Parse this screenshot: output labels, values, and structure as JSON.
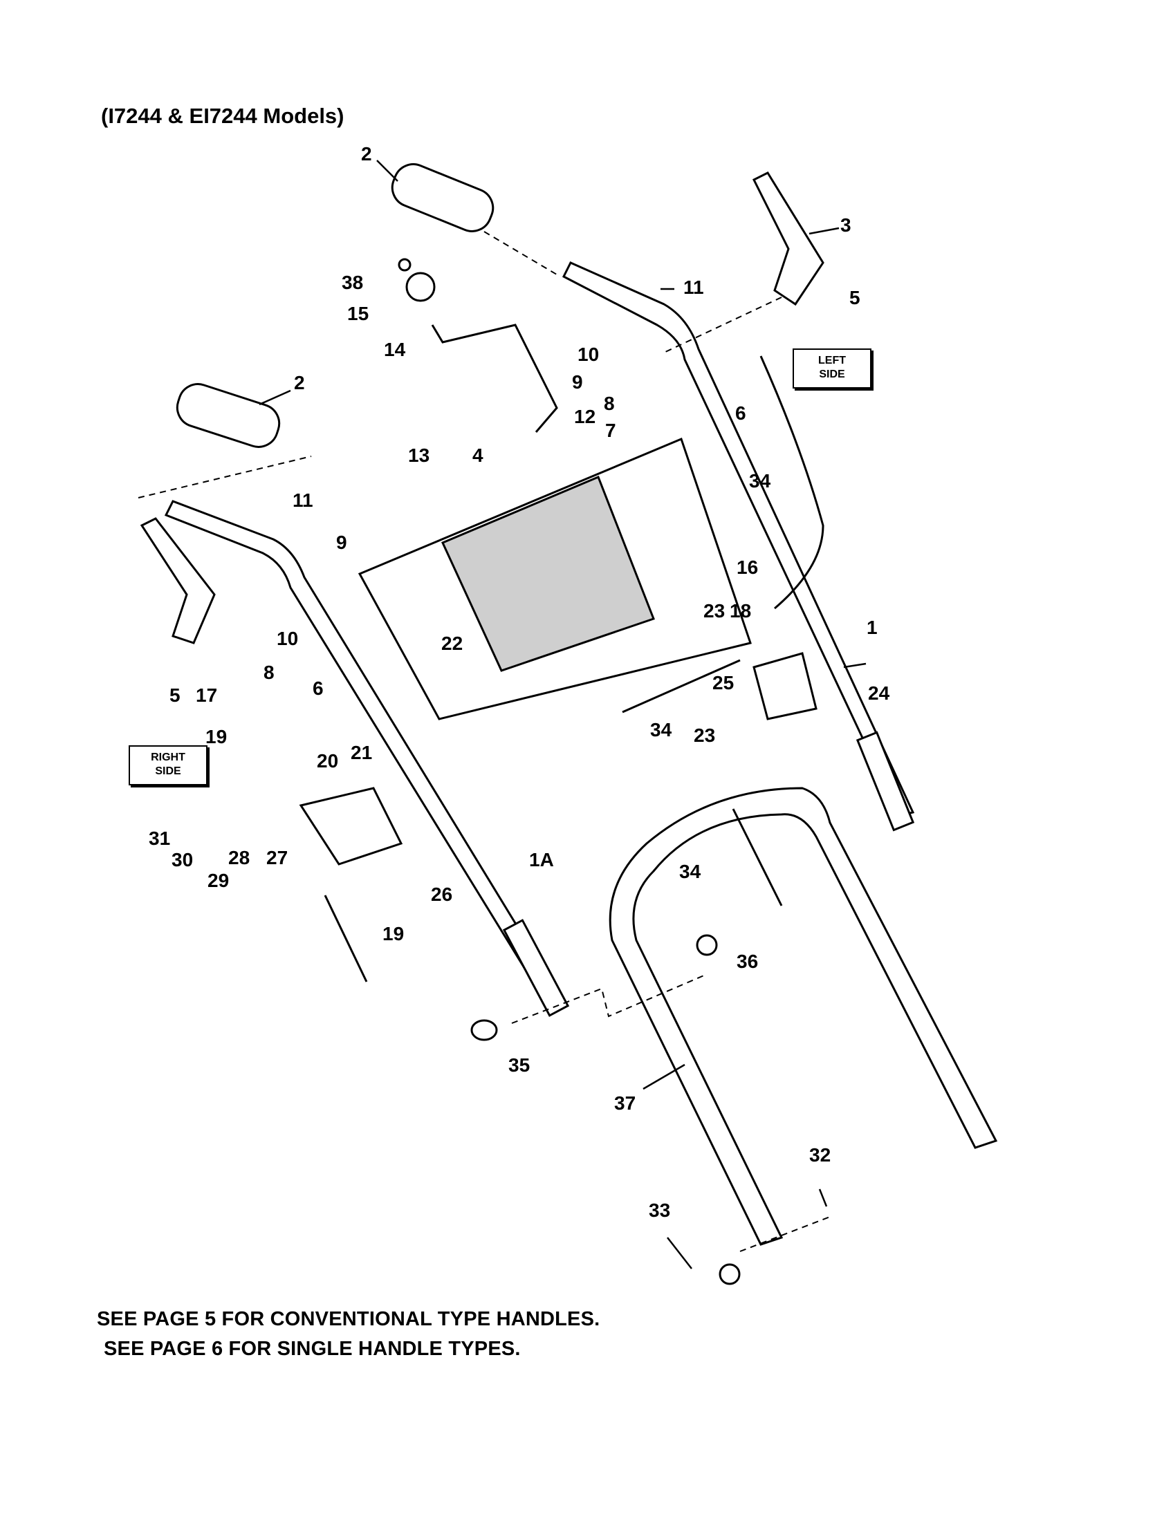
{
  "title": "(I7244 & EI7244 Models)",
  "side_labels": {
    "left": [
      "LEFT",
      "SIDE"
    ],
    "right": [
      "RIGHT",
      "SIDE"
    ]
  },
  "notes": [
    "SEE PAGE 5 FOR CONVENTIONAL TYPE HANDLES.",
    "SEE PAGE 6 FOR SINGLE HANDLE TYPES."
  ],
  "callouts": {
    "c2a": "2",
    "c2b": "2",
    "c3": "3",
    "c38": "38",
    "c15": "15",
    "c14": "14",
    "c11a": "11",
    "c11b": "11",
    "c5a": "5",
    "c5b": "5",
    "c10a": "10",
    "c10b": "10",
    "c9a": "9",
    "c9b": "9",
    "c8a": "8",
    "c8b": "8",
    "c6a": "6",
    "c6b": "6",
    "c12": "12",
    "c7": "7",
    "c13": "13",
    "c4": "4",
    "c34a": "34",
    "c34b": "34",
    "c34c": "34",
    "c16": "16",
    "c23a": "23",
    "c23b": "23",
    "c18": "18",
    "c1": "1",
    "c25": "25",
    "c24": "24",
    "c22": "22",
    "c17": "17",
    "c19a": "19",
    "c19b": "19",
    "c20": "20",
    "c21": "21",
    "c31": "31",
    "c30": "30",
    "c28": "28",
    "c27": "27",
    "c29": "29",
    "c1A": "1A",
    "c26": "26",
    "c36": "36",
    "c35": "35",
    "c37": "37",
    "c32": "32",
    "c33": "33"
  }
}
